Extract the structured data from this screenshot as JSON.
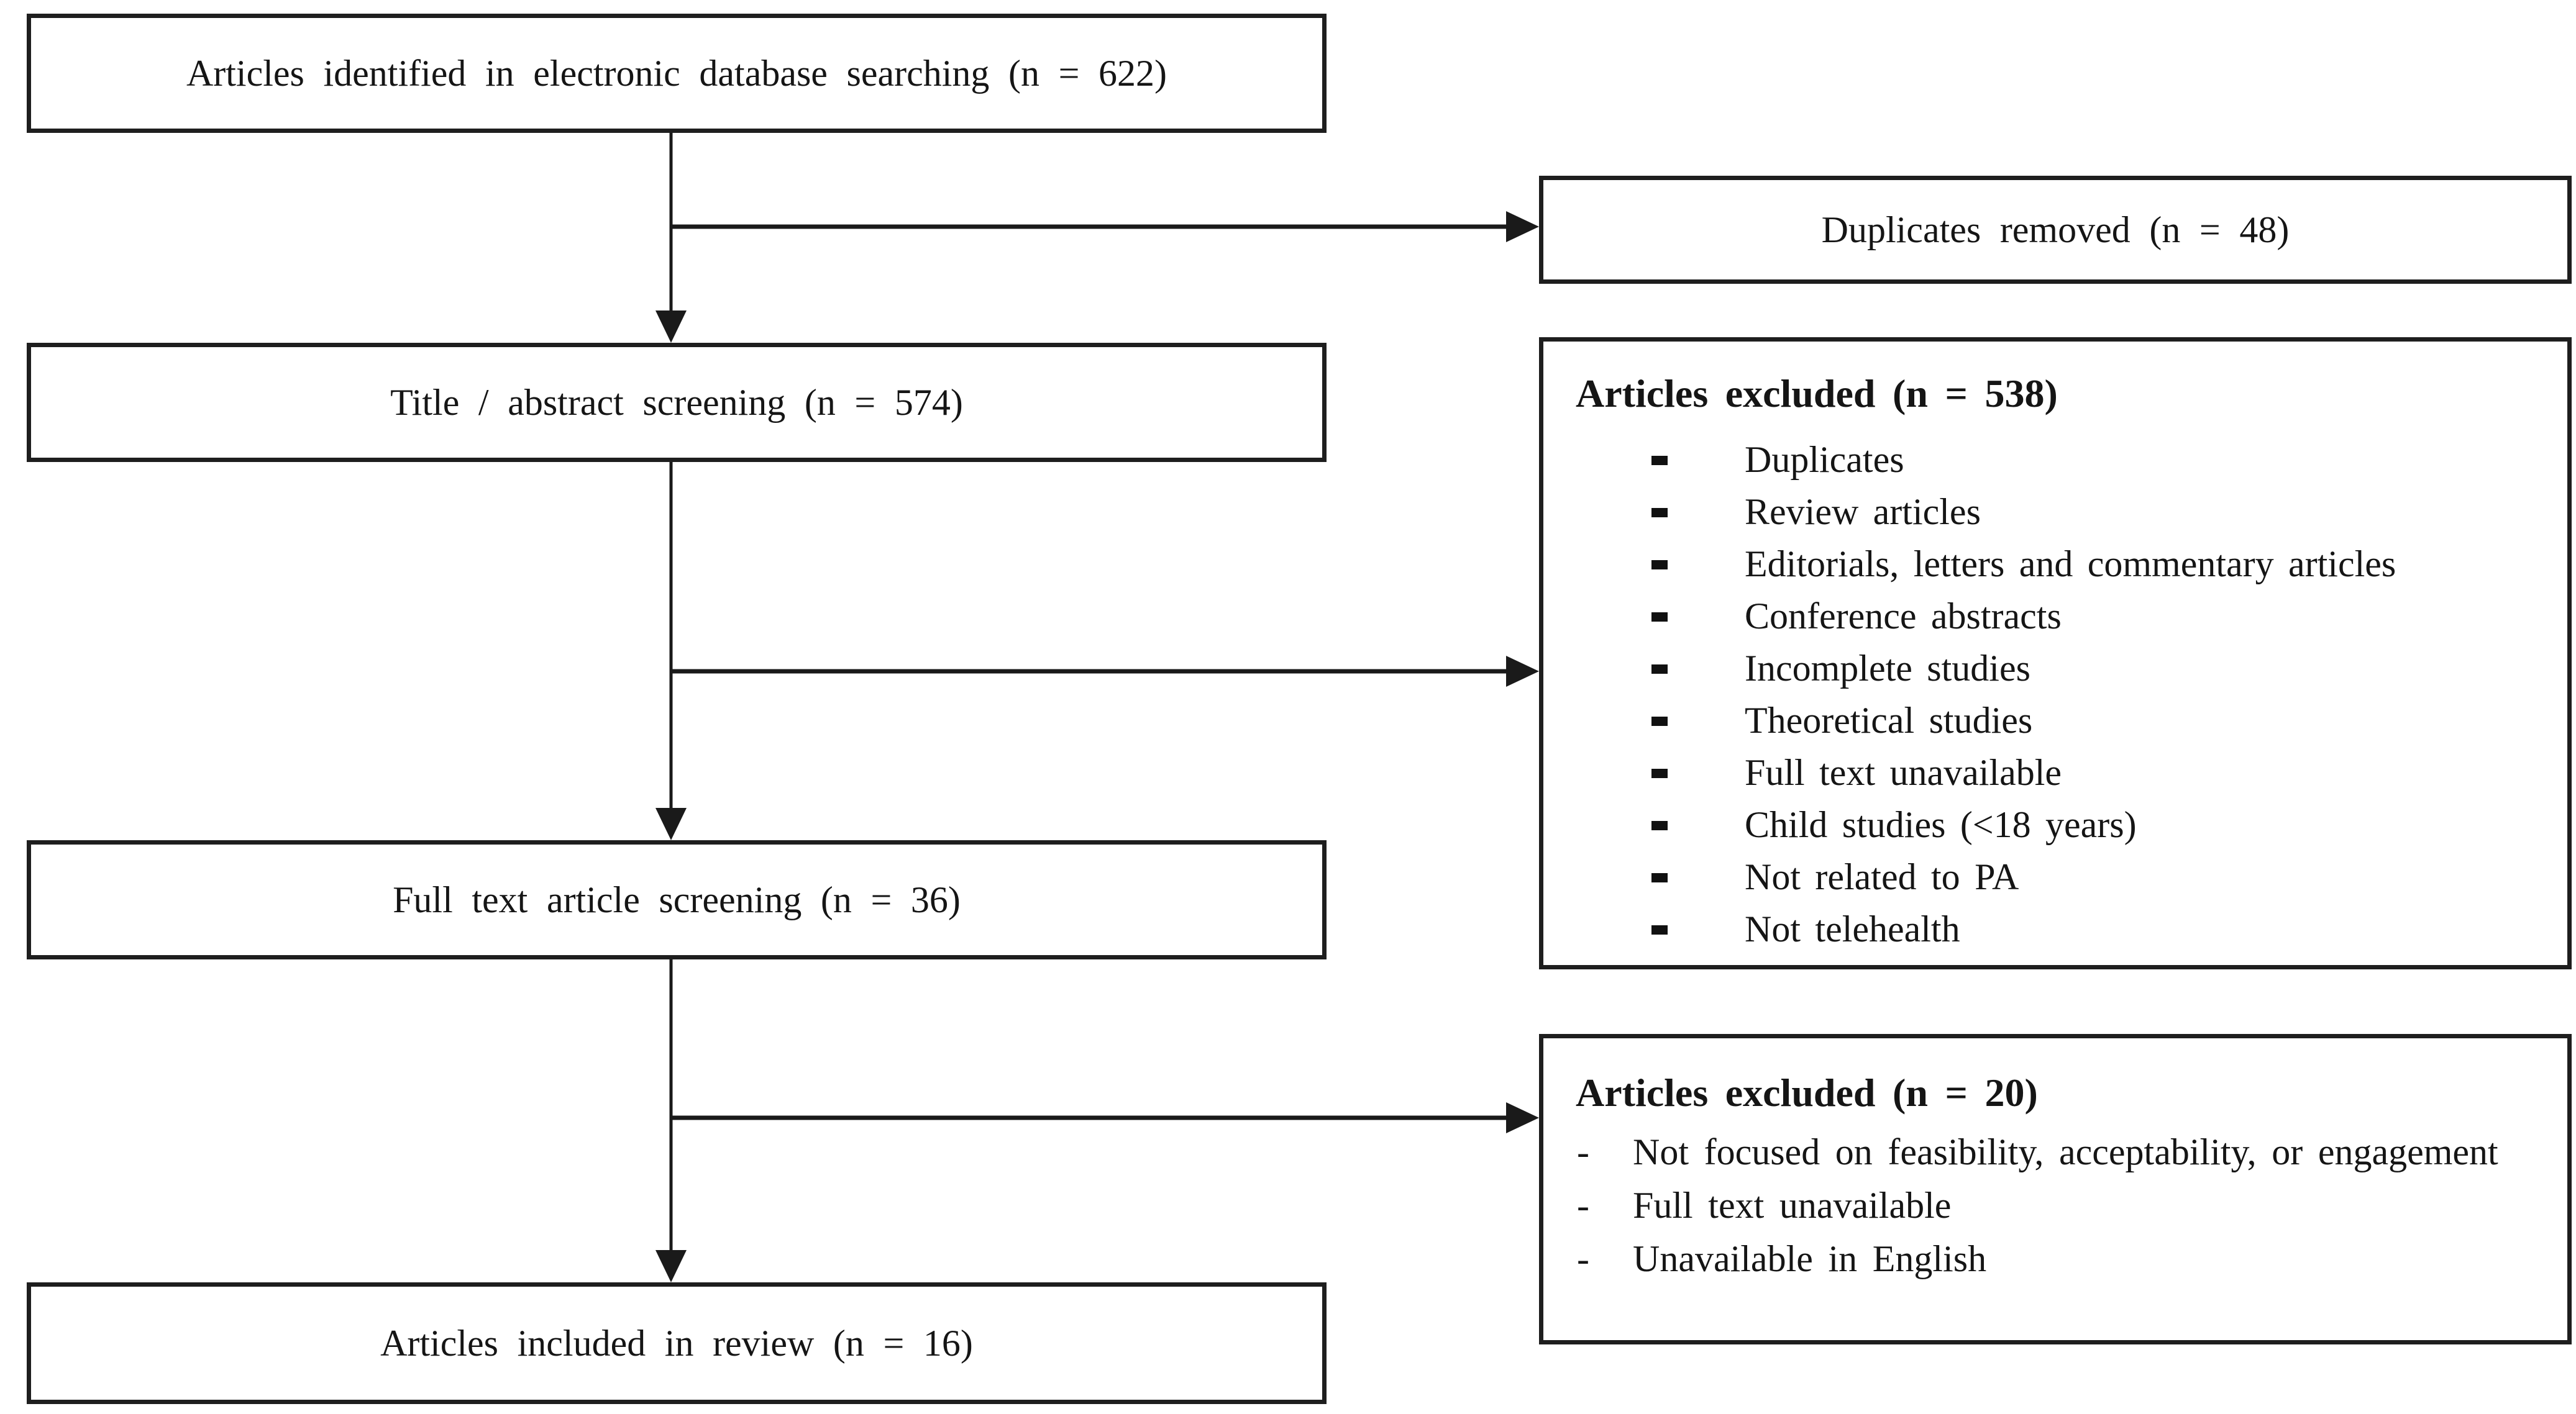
{
  "diagram": {
    "colors": {
      "background": "#ffffff",
      "box_border": "#1e1e1e",
      "line": "#1a1a1a",
      "text": "#151515"
    },
    "flow": {
      "identified": {
        "label": "Articles identified in electronic database searching (n = 622)"
      },
      "screening": {
        "label": "Title / abstract screening (n = 574)"
      },
      "full_text": {
        "label": "Full text article screening (n = 36)"
      },
      "included": {
        "label": "Articles included in review (n = 16)"
      }
    },
    "side": {
      "duplicates_removed": {
        "label": "Duplicates removed (n = 48)"
      },
      "excluded_title_abstract": {
        "title": "Articles excluded (n = 538)",
        "items": [
          "Duplicates",
          "Review articles",
          "Editorials, letters and commentary articles",
          "Conference abstracts",
          "Incomplete studies",
          "Theoretical studies",
          "Full text unavailable",
          "Child studies (<18 years)",
          "Not related to PA",
          "Not telehealth"
        ]
      },
      "excluded_full_text": {
        "title": "Articles excluded (n = 20)",
        "items": [
          "Not focused on feasibility, acceptability, or engagement",
          "Full text unavailable",
          "Unavailable in English"
        ]
      }
    }
  }
}
